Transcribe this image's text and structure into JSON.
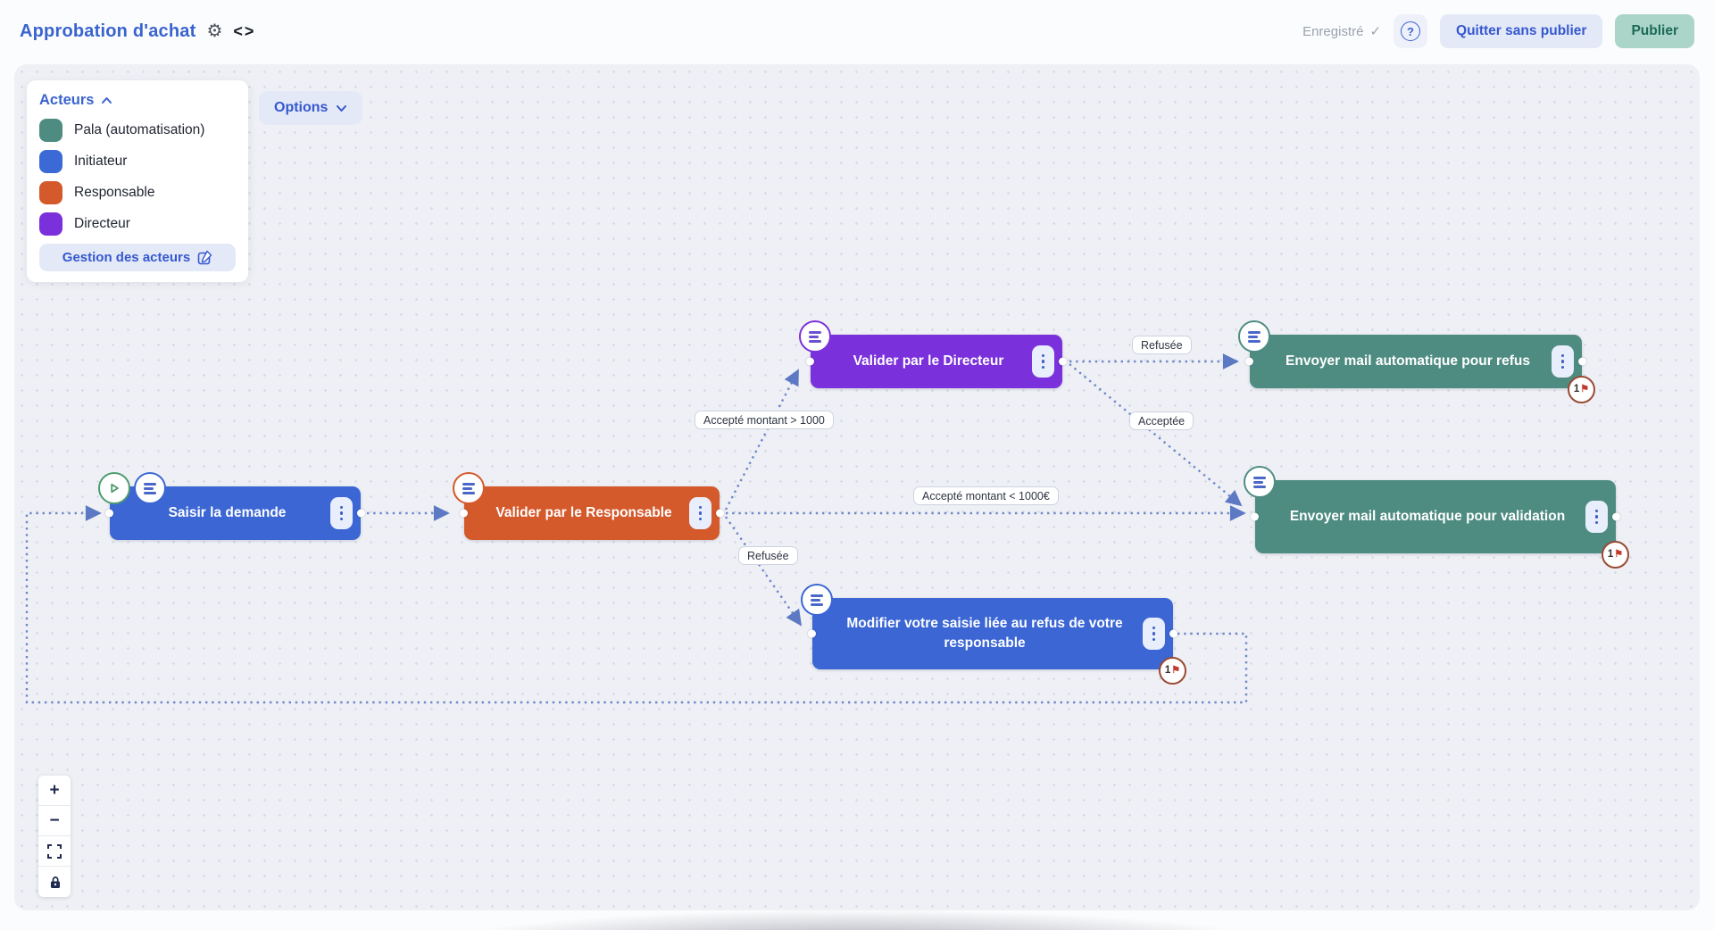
{
  "header": {
    "title": "Approbation d'achat",
    "status": "Enregistré",
    "help_label": "?",
    "quit_button": "Quitter sans publier",
    "publish_button": "Publier"
  },
  "actors_panel": {
    "title": "Acteurs",
    "manage_button": "Gestion des acteurs",
    "actors": [
      {
        "label": "Pala (automatisation)",
        "color": "#4E8C82"
      },
      {
        "label": "Initiateur",
        "color": "#3B6AD6"
      },
      {
        "label": "Responsable",
        "color": "#D4592B"
      },
      {
        "label": "Directeur",
        "color": "#7A30DA"
      }
    ]
  },
  "toolbar": {
    "options_button": "Options"
  },
  "diagram": {
    "nodes": [
      {
        "id": "saisir",
        "label": "Saisir la demande",
        "color": "#3B66D4",
        "icons": [
          "play-icon",
          "form-icon"
        ]
      },
      {
        "id": "responsable",
        "label": "Valider par le Responsable",
        "color": "#D4592B",
        "icons": [
          "form-icon"
        ]
      },
      {
        "id": "directeur",
        "label": "Valider par le Directeur",
        "color": "#7A30DA",
        "icons": [
          "form-icon"
        ]
      },
      {
        "id": "refus",
        "label": "Envoyer mail automatique pour refus",
        "color": "#4E8C82",
        "icons": [
          "form-icon"
        ],
        "badge": "1"
      },
      {
        "id": "validation",
        "label": "Envoyer mail automatique pour validation",
        "color": "#4E8C82",
        "icons": [
          "form-icon"
        ],
        "badge": "1"
      },
      {
        "id": "modifier",
        "label": "Modifier votre saisie liée au refus de votre responsable",
        "color": "#3B66D4",
        "icons": [
          "form-icon"
        ],
        "badge": "1"
      }
    ],
    "edge_labels": [
      {
        "text": "Accepté montant > 1000"
      },
      {
        "text": "Refusée"
      },
      {
        "text": "Acceptée"
      },
      {
        "text": "Accepté montant < 1000€"
      },
      {
        "text": "Refusée"
      }
    ],
    "edge_color": "#6E87C9"
  },
  "zoom_controls": {
    "zoom_in": "+",
    "zoom_out": "−"
  }
}
